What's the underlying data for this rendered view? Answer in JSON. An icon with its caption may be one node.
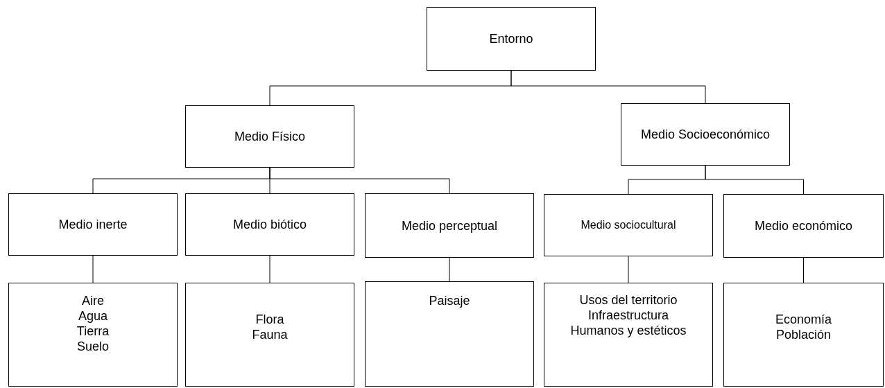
{
  "diagram": {
    "nodes": [
      {
        "text": [
          "Entorno"
        ]
      },
      {
        "text": [
          "Medio Físico"
        ]
      },
      {
        "text": [
          "Medio Socioeconómico"
        ]
      },
      {
        "text": [
          "Medio inerte"
        ]
      },
      {
        "text": [
          "Medio biótico"
        ]
      },
      {
        "text": [
          "Medio perceptual"
        ]
      },
      {
        "text": [
          "Medio sociocultural"
        ]
      },
      {
        "text": [
          "Medio económico"
        ]
      },
      {
        "text": [
          "Aire",
          "Agua",
          "Tierra",
          "Suelo"
        ]
      },
      {
        "text": [
          "Flora",
          "Fauna"
        ]
      },
      {
        "text": [
          "Paisaje"
        ]
      },
      {
        "text": [
          "Usos del territorio",
          "Infraestructura",
          "Humanos y estéticos"
        ]
      },
      {
        "text": [
          "Economía",
          "Población"
        ]
      }
    ],
    "edges": [
      {
        "from": 0,
        "to": 1,
        "arrow": "none"
      },
      {
        "from": 0,
        "to": 2,
        "arrow": "none"
      },
      {
        "from": 1,
        "to": 3,
        "arrow": "none"
      },
      {
        "from": 1,
        "to": 4,
        "arrow": "none"
      },
      {
        "from": 1,
        "to": 5,
        "arrow": "none"
      },
      {
        "from": 2,
        "to": 6,
        "arrow": "none"
      },
      {
        "from": 2,
        "to": 7,
        "arrow": "none"
      },
      {
        "from": 3,
        "to": 8,
        "arrow": "none"
      },
      {
        "from": 4,
        "to": 9,
        "arrow": "none"
      },
      {
        "from": 5,
        "to": 10,
        "arrow": "none"
      },
      {
        "from": 6,
        "to": 11,
        "arrow": "none"
      },
      {
        "from": 7,
        "to": 12,
        "arrow": "none"
      }
    ]
  }
}
